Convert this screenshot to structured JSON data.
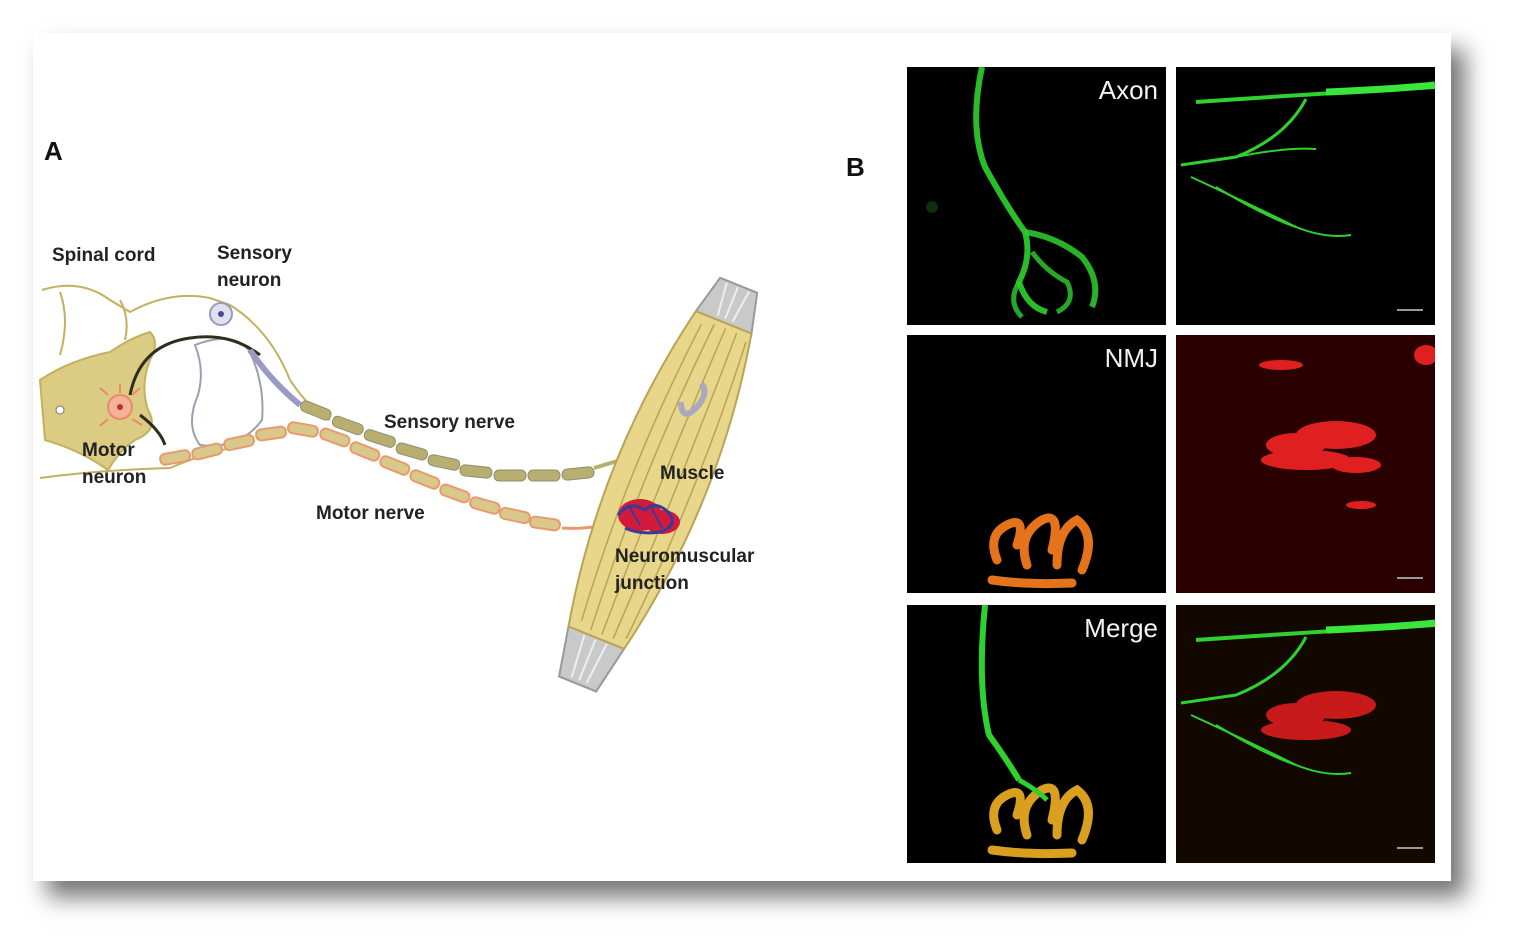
{
  "panel_a": {
    "letter": "A",
    "labels": {
      "spinal_cord": "Spinal cord",
      "sensory_neuron": "Sensory\nneuron",
      "motor_neuron": "Motor\nneuron",
      "sensory_nerve": "Sensory nerve",
      "motor_nerve": "Motor nerve",
      "muscle": "Muscle",
      "nmj": "Neuromuscular\njunction"
    },
    "colors": {
      "cord_fill": "#dccb82",
      "cord_line": "#c2b15e",
      "sensory_nerve": "#b7ae70",
      "motor_nerve": "#e89a6e",
      "muscle_fill": "#e8d68a",
      "tendon": "#c9c9c9",
      "nmj_red": "#d21b3a",
      "nmj_blue": "#3a3a9a"
    }
  },
  "panel_b": {
    "letter": "B",
    "row_labels": [
      "Axon",
      "NMJ",
      "Merge"
    ],
    "colors": {
      "axon_green": "#2fd12f",
      "nmj_orange": "#e4731c",
      "nmj_red": "#e02020",
      "dark_red_bg": "#2a0000"
    }
  }
}
